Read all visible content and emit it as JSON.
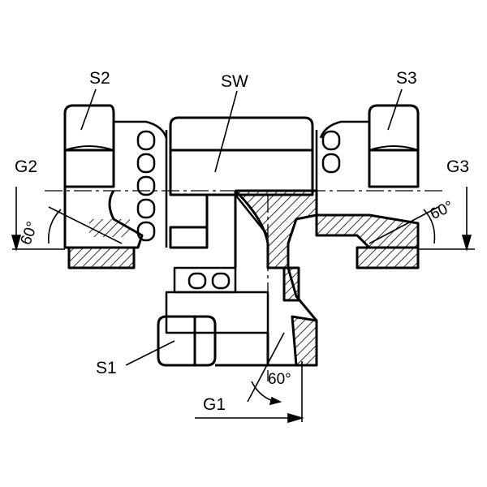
{
  "labels": {
    "s2": "S2",
    "sw": "SW",
    "s3": "S3",
    "g2": "G2",
    "g3": "G3",
    "s1": "S1",
    "g1": "G1",
    "angle_left": "60°",
    "angle_right": "60°",
    "angle_bottom": "60°"
  },
  "colors": {
    "line": "#000000",
    "background": "#ffffff"
  }
}
